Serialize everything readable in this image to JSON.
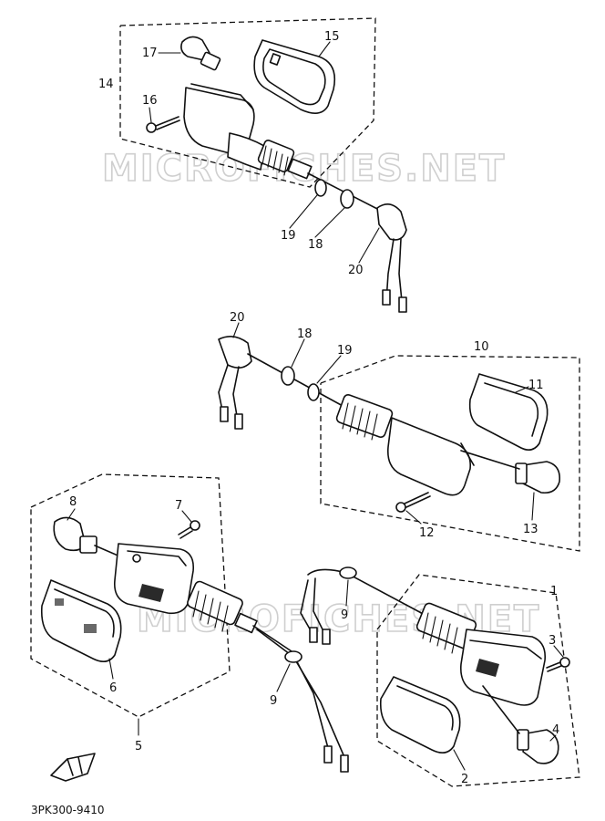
{
  "watermark": "MICROFICHES.NET",
  "catalog_code": "3PK300-9410",
  "callouts": {
    "c1": "1",
    "c2": "2",
    "c3": "3",
    "c4": "4",
    "c5": "5",
    "c6": "6",
    "c7": "7",
    "c8": "8",
    "c9a": "9",
    "c9b": "9",
    "c10": "10",
    "c11": "11",
    "c12": "12",
    "c13": "13",
    "c14": "14",
    "c15": "15",
    "c16": "16",
    "c17": "17",
    "c18a": "18",
    "c19a": "19",
    "c20a": "20",
    "c18b": "18",
    "c19b": "19",
    "c20b": "20"
  }
}
